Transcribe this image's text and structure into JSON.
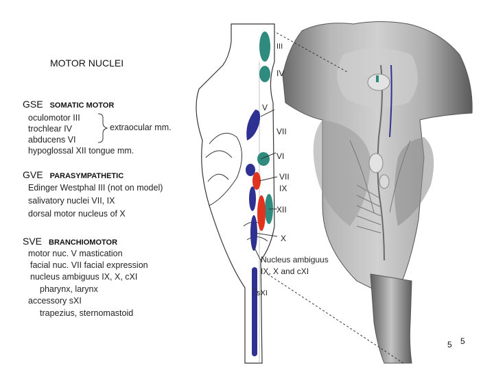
{
  "title": "MOTOR NUCLEI",
  "gse": {
    "tag": "GSE",
    "sub": "SOMATIC MOTOR",
    "l1": "oculomotor   III",
    "l2": "trochlear     IV",
    "l3": "abducens    VI",
    "l4": "hypoglossal   XII   tongue mm.",
    "bracket": "extraocular mm."
  },
  "gve": {
    "tag": "GVE",
    "sub": "PARASYMPATHETIC",
    "l1": "Edinger Westphal  III (not on model)",
    "l2": "salivatory nuclei   VII, IX",
    "l3": "dorsal motor nucleus of X"
  },
  "sve": {
    "tag": "SVE",
    "sub": "BRANCHIOMOTOR",
    "l1": "motor nuc.  V     mastication",
    "l2": "facial nuc.  VII   facial expression",
    "l3": "nucleus ambiguus  IX, X, cXI",
    "l4": "pharynx, larynx",
    "l5": "accessory  sXI",
    "l6": "trapezius, sternomastoid"
  },
  "labels": {
    "iii": "III",
    "iv": "IV",
    "v": "V",
    "vii_a": "VII",
    "vi": "VI",
    "vii_b": "VII",
    "ix": "IX",
    "xii": "XII",
    "x": "X",
    "amb1": "Nucleus ambiguus",
    "amb2": "IX, X and cXI",
    "sxi": "sXI"
  },
  "page": {
    "a": "5",
    "b": "5"
  },
  "colors": {
    "somatic": "#2e8b7e",
    "parasympathetic": "#e0341f",
    "branchiomotor": "#2f3192"
  }
}
